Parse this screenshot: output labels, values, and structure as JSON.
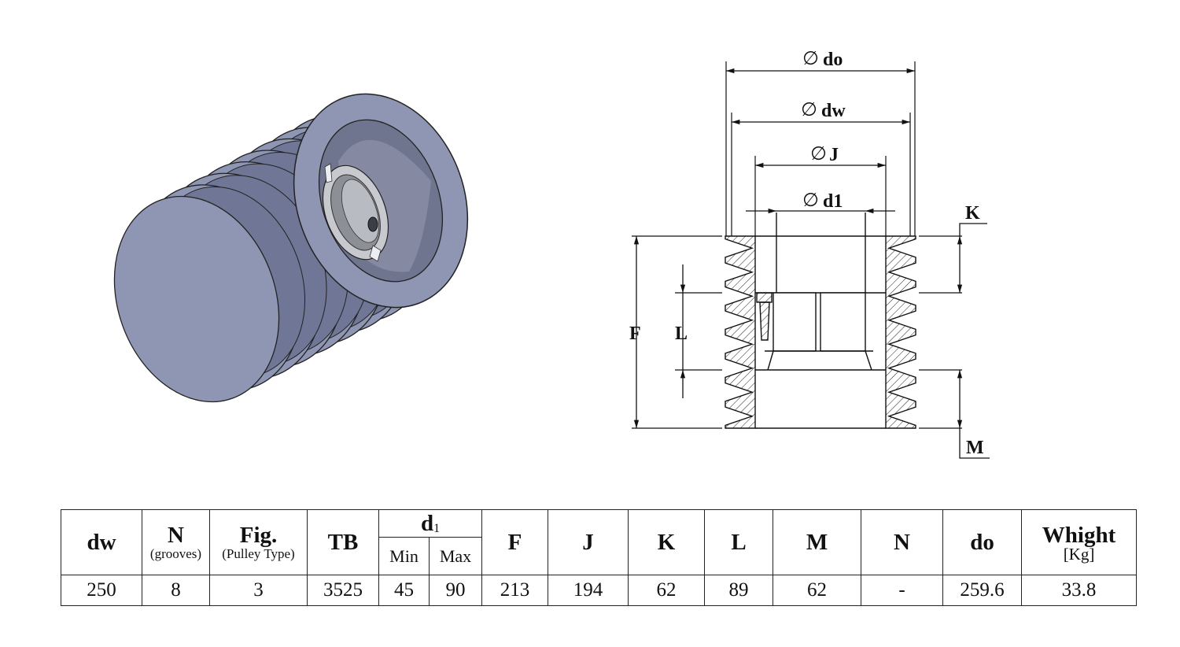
{
  "drawing": {
    "labels": {
      "do": "do",
      "dw": "dw",
      "J": "J",
      "d1": "d1",
      "K": "K",
      "F": "F",
      "L": "L",
      "M": "M"
    },
    "diameter_symbol": "∅",
    "colors": {
      "pulley_body": "#8f96b4",
      "pulley_dark": "#6f7696",
      "bore": "#a6a9b3",
      "line": "#111111"
    }
  },
  "table": {
    "headers": {
      "dw": "dw",
      "n": "N",
      "n_sub": "(grooves)",
      "fig": "Fig.",
      "fig_sub": "(Pulley Type)",
      "tb": "TB",
      "d1_main": "d",
      "d1_index": "1",
      "min": "Min",
      "max": "Max",
      "f": "F",
      "j": "J",
      "k": "K",
      "l": "L",
      "m": "M",
      "n2": "N",
      "do": "do",
      "weight": "Whight",
      "weight_unit": "[Kg]"
    },
    "row": {
      "dw": "250",
      "n": "8",
      "fig": "3",
      "tb": "3525",
      "min": "45",
      "max": "90",
      "f": "213",
      "j": "194",
      "k": "62",
      "l": "89",
      "m": "62",
      "n2": "-",
      "do": "259.6",
      "weight": "33.8"
    }
  }
}
